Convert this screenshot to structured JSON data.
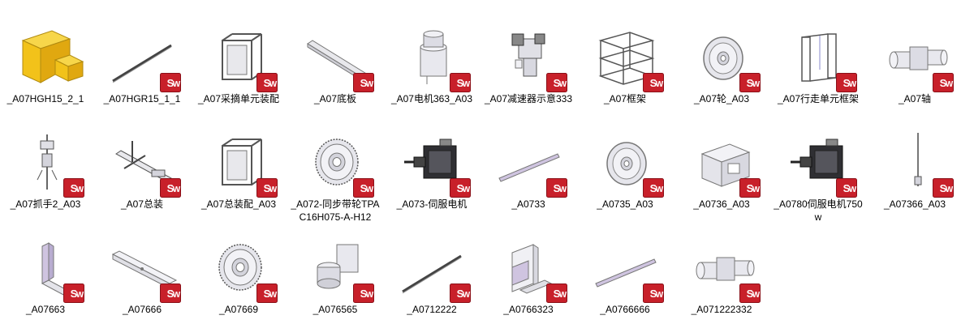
{
  "colors": {
    "badge_red": "#c8202a",
    "folder_yellow": "#f2c21a",
    "part_stroke": "#555555",
    "part_fill": "#e8e8ec",
    "part_purple": "#cfc4e0",
    "motor_dark": "#2f2f33"
  },
  "files": [
    {
      "label": "_A07HGH15_2_1",
      "icon": "folder-block-icon"
    },
    {
      "label": "_A07HGR15_1_1",
      "icon": "rail-rod-icon"
    },
    {
      "label": "_A07采摘单元装配",
      "icon": "frame-assembly-icon"
    },
    {
      "label": "_A07底板",
      "icon": "base-plate-icon"
    },
    {
      "label": "_A07电机363_A03",
      "icon": "motor-cylinder-icon"
    },
    {
      "label": "_A07减速器示意333",
      "icon": "reducer-icon"
    },
    {
      "label": "_A07框架",
      "icon": "frame-cage-icon"
    },
    {
      "label": "_A07轮_A03",
      "icon": "wheel-icon"
    },
    {
      "label": "_A07行走单元框架",
      "icon": "walk-frame-icon"
    },
    {
      "label": "_A07轴",
      "icon": "shaft-icon"
    },
    {
      "label": "_A07抓手2_A03",
      "icon": "gripper-icon"
    },
    {
      "label": "_A07总装",
      "icon": "arm-assembly-icon"
    },
    {
      "label": "_A07总装配_A03",
      "icon": "frame-assembly-icon"
    },
    {
      "label": "_A072-同步带轮TPAC16H075-A-H12",
      "icon": "timing-pulley-icon"
    },
    {
      "label": "_A073-伺服电机",
      "icon": "servo-motor-icon"
    },
    {
      "label": "_A0733",
      "icon": "flat-bar-icon"
    },
    {
      "label": "_A0735_A03",
      "icon": "wheel-icon"
    },
    {
      "label": "_A0736_A03",
      "icon": "block-bracket-icon"
    },
    {
      "label": "_A0780伺服电机750w",
      "icon": "servo-motor-icon"
    },
    {
      "label": "_A07366_A03",
      "icon": "thin-rod-icon"
    },
    {
      "label": "_A07663",
      "icon": "angle-bracket-icon"
    },
    {
      "label": "_A07666",
      "icon": "long-plate-icon"
    },
    {
      "label": "_A07669",
      "icon": "timing-pulley-icon"
    },
    {
      "label": "_A076565",
      "icon": "cylinder-block-icon"
    },
    {
      "label": "_A0712222",
      "icon": "rail-rod-icon"
    },
    {
      "label": "_A0766323",
      "icon": "l-bracket-icon"
    },
    {
      "label": "_A0766666",
      "icon": "flat-bar-icon"
    },
    {
      "label": "_A071222332",
      "icon": "shaft-icon"
    }
  ]
}
